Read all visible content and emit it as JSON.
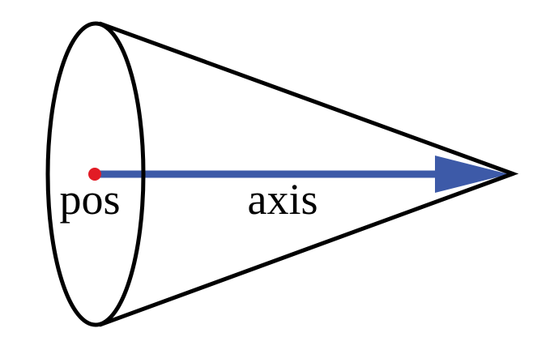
{
  "diagram": {
    "type": "cone-geometry-figure",
    "description": "Side view of a cone: elliptical base on the left with a red center point labelled pos, and a blue arrow along the cone axis pointing to the apex, labelled axis",
    "labels": {
      "pos": "pos",
      "axis": "axis"
    },
    "colors": {
      "outline": "#000000",
      "arrow_blue": "#3d5aa8",
      "point_red": "#e21b25",
      "background": "#ffffff"
    }
  }
}
